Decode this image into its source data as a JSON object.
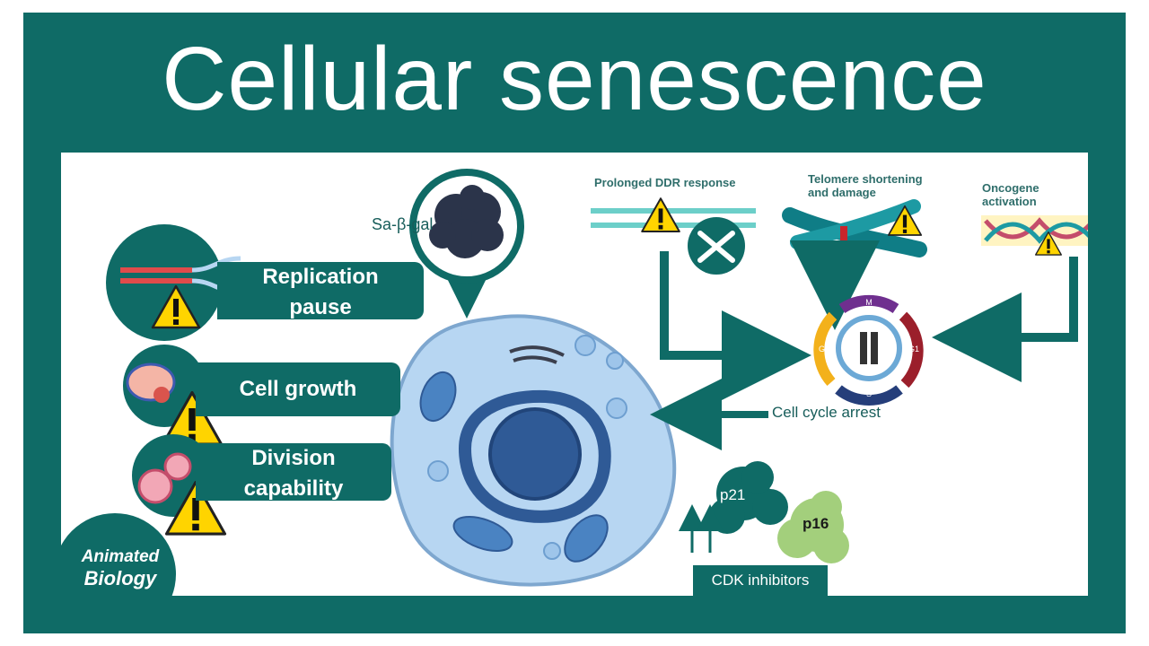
{
  "title": "Cellular senescence",
  "effects": [
    {
      "label_line1": "Replication",
      "label_line2": "pause"
    },
    {
      "label_line1": "Cell growth",
      "label_line2": ""
    },
    {
      "label_line1": "Division",
      "label_line2": "capability"
    }
  ],
  "marker": "Sa-β-gal",
  "triggers": {
    "ddr": "Prolonged DDR response",
    "telomere_line1": "Telomere shortening",
    "telomere_line2": "and damage",
    "oncogene": "Oncogene activation"
  },
  "cell_cycle": {
    "arrest_label": "Cell cycle arrest",
    "phases": [
      "M",
      "G1",
      "S",
      "G2"
    ]
  },
  "inhibitors": {
    "p21": "p21",
    "p16": "p16",
    "label": "CDK inhibitors"
  },
  "logo": {
    "line1": "Animated",
    "line2": "Biology"
  },
  "colors": {
    "teal": "#0f6b66",
    "warning": "#ffd400",
    "cell": "#b7d6f2",
    "nucleus": "#2f5a96"
  }
}
